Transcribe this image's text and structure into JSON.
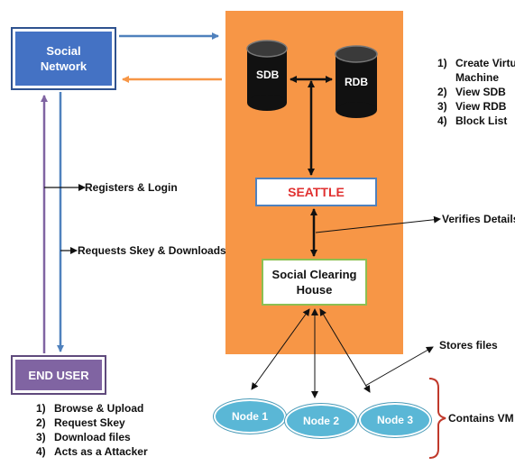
{
  "social_network": {
    "label": "Social\nNetwork"
  },
  "end_user": {
    "label": "END USER"
  },
  "databases": {
    "sdb": "SDB",
    "rdb": "RDB"
  },
  "seattle": {
    "label": "SEATTLE"
  },
  "clearing_house": {
    "label": "Social Clearing\nHouse"
  },
  "edge_labels": {
    "registers": "Registers & Login",
    "requests": "Requests Skey & Downloads",
    "verifies": "Verifies Details",
    "stores": "Stores files",
    "contains": "Contains VM"
  },
  "nodes": [
    "Node 1",
    "Node 2",
    "Node 3"
  ],
  "admin_actions": [
    {
      "num": "1)",
      "text": "Create Virtual",
      "cont": "Machine"
    },
    {
      "num": "2)",
      "text": "View SDB"
    },
    {
      "num": "3)",
      "text": "View RDB"
    },
    {
      "num": "4)",
      "text": "Block List"
    }
  ],
  "user_actions": [
    {
      "num": "1)",
      "text": "Browse & Upload"
    },
    {
      "num": "2)",
      "text": "Request Skey"
    },
    {
      "num": "3)",
      "text": "Download files"
    },
    {
      "num": "4)",
      "text": "Acts as a Attacker"
    }
  ],
  "colors": {
    "panel": "#f79646",
    "social_network": "#4472c4",
    "end_user": "#8064a2",
    "seattle_text": "#e03030",
    "node": "#5ab7d6",
    "brace": "#c0392b"
  }
}
